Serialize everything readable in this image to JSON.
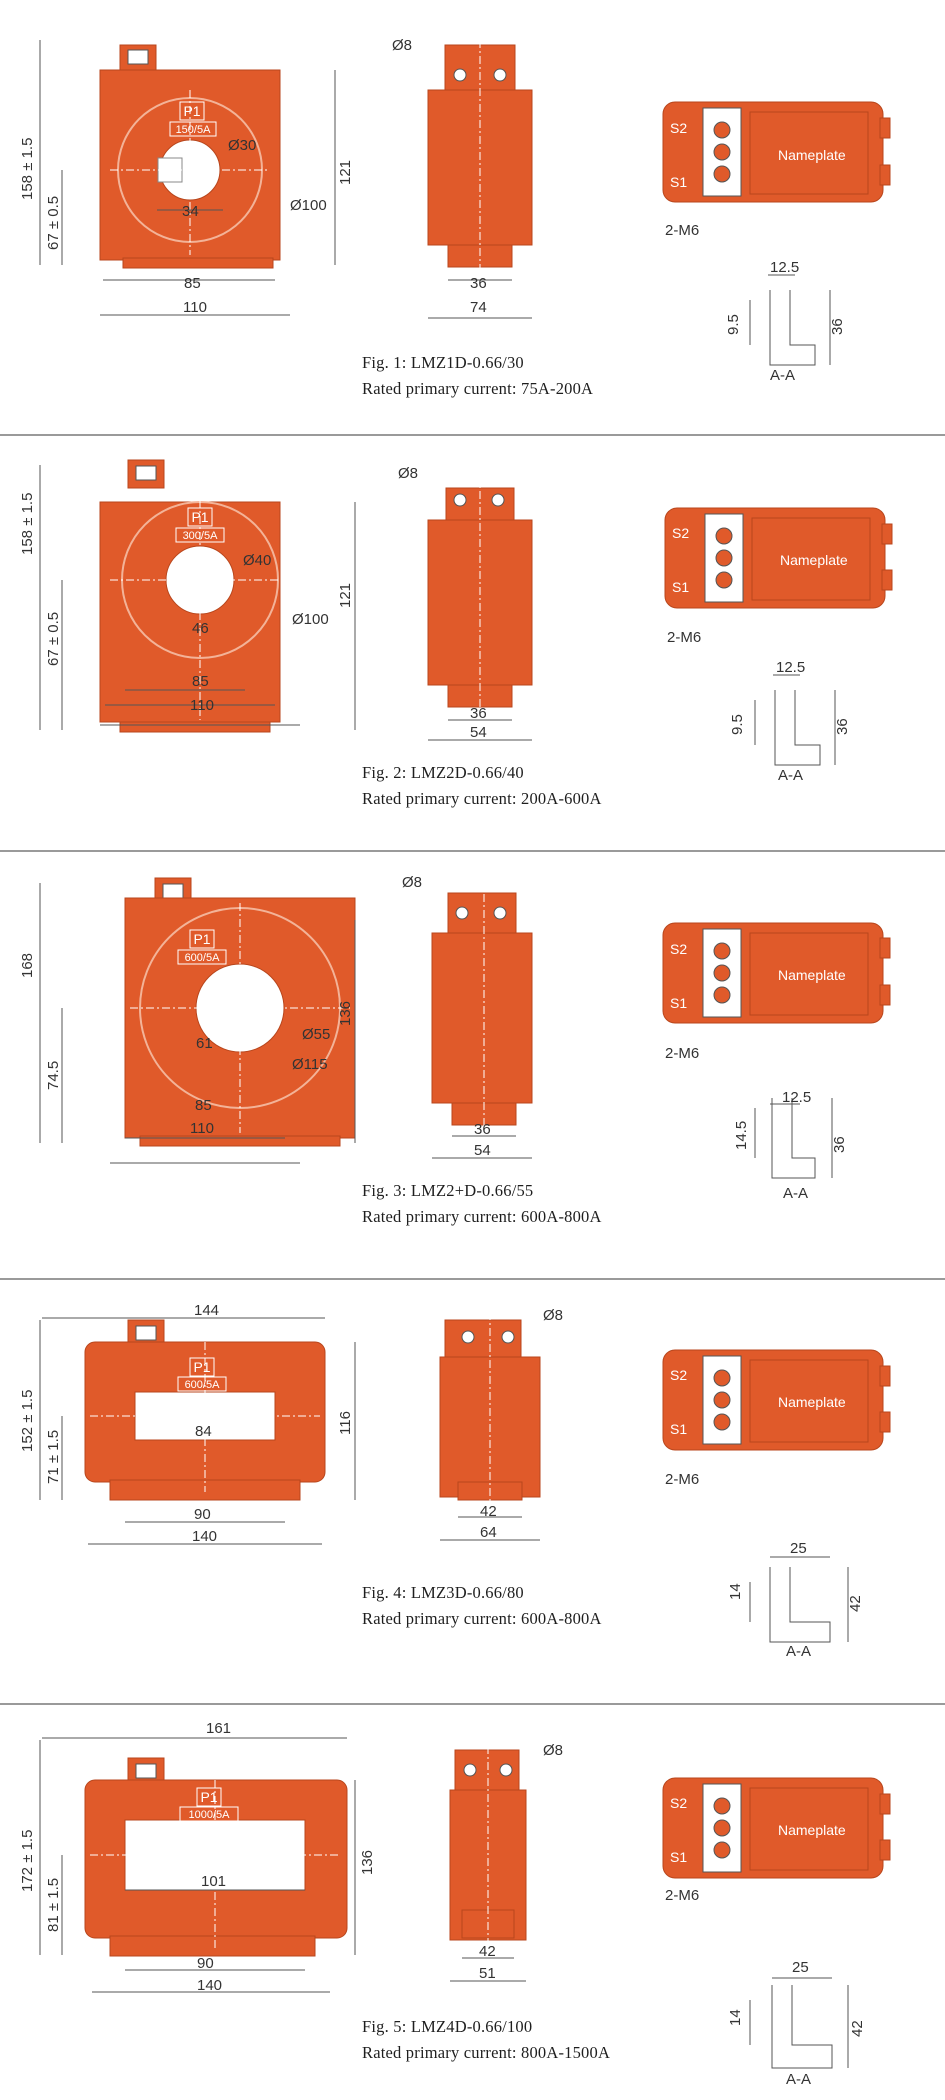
{
  "colors": {
    "body": "#e05a2a",
    "body_stroke": "#b8461c",
    "line": "#4a4a4a",
    "white": "#ffffff"
  },
  "terminal_box": {
    "s2": "S2",
    "s1": "S1",
    "nameplate": "Nameplate",
    "screw_label": "2-M6",
    "section": "A-A"
  },
  "figures": [
    {
      "id": "fig1",
      "caption": "Fig. 1: LMZ1D-0.66/30",
      "rated": "Rated primary current: 75A-200A",
      "p1": "P1",
      "ratio": "150/5A",
      "front": {
        "height": "158 ± 1.5",
        "center_height": "67 ± 0.5",
        "right_height": "121",
        "inner_diameter": "Ø30",
        "outer_diameter": "Ø100",
        "window": "34",
        "foot_inner": "85",
        "foot_outer": "110",
        "top_width": ""
      },
      "side": {
        "hole": "Ø8",
        "inner": "36",
        "outer": "74"
      },
      "section": {
        "width": "12.5",
        "left": "9.5",
        "right": "36"
      }
    },
    {
      "id": "fig2",
      "caption": "Fig. 2: LMZ2D-0.66/40",
      "rated": "Rated primary current: 200A-600A",
      "p1": "P1",
      "ratio": "300/5A",
      "front": {
        "height": "158 ± 1.5",
        "center_height": "67 ± 0.5",
        "right_height": "121",
        "inner_diameter": "Ø40",
        "outer_diameter": "Ø100",
        "window": "46",
        "foot_inner": "85",
        "foot_outer": "110",
        "top_width": ""
      },
      "side": {
        "hole": "Ø8",
        "inner": "36",
        "outer": "54"
      },
      "section": {
        "width": "12.5",
        "left": "9.5",
        "right": "36"
      }
    },
    {
      "id": "fig3",
      "caption": "Fig. 3: LMZ2+D-0.66/55",
      "rated": "Rated primary current: 600A-800A",
      "p1": "P1",
      "ratio": "600/5A",
      "front": {
        "height": "168",
        "center_height": "74.5",
        "right_height": "136",
        "inner_diameter": "Ø55",
        "outer_diameter": "Ø115",
        "window": "61",
        "foot_inner": "85",
        "foot_outer": "110",
        "top_width": ""
      },
      "side": {
        "hole": "Ø8",
        "inner": "36",
        "outer": "54"
      },
      "section": {
        "width": "12.5",
        "left": "14.5",
        "right": "36"
      }
    },
    {
      "id": "fig4",
      "caption": "Fig. 4: LMZ3D-0.66/80",
      "rated": "Rated primary current: 600A-800A",
      "p1": "P1",
      "ratio": "600/5A",
      "front": {
        "height": "152 ± 1.5",
        "center_height": "71 ± 1.5",
        "right_height": "116",
        "inner_diameter": "",
        "outer_diameter": "",
        "window": "84",
        "foot_inner": "90",
        "foot_outer": "140",
        "top_width": "144"
      },
      "side": {
        "hole": "Ø8",
        "inner": "42",
        "outer": "64"
      },
      "section": {
        "width": "25",
        "left": "14",
        "right": "42"
      }
    },
    {
      "id": "fig5",
      "caption": "Fig. 5: LMZ4D-0.66/100",
      "rated": "Rated primary current: 800A-1500A",
      "p1": "P1",
      "ratio": "1000/5A",
      "front": {
        "height": "172 ± 1.5",
        "center_height": "81 ± 1.5",
        "right_height": "136",
        "inner_diameter": "",
        "outer_diameter": "",
        "window": "101",
        "foot_inner": "90",
        "foot_outer": "140",
        "top_width": "161"
      },
      "side": {
        "hole": "Ø8",
        "inner": "42",
        "outer": "51"
      },
      "section": {
        "width": "25",
        "left": "14",
        "right": "42"
      }
    }
  ]
}
